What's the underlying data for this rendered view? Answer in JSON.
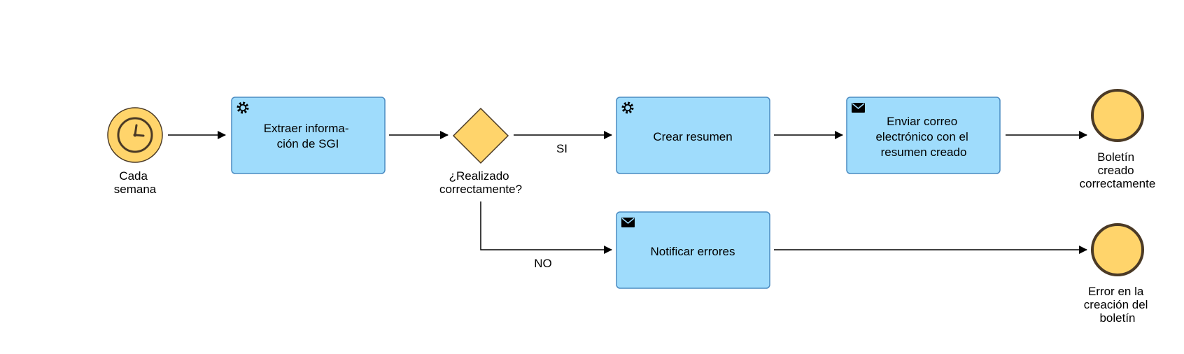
{
  "colors": {
    "task_fill": "#9fdcfc",
    "task_stroke": "#4a8bc2",
    "event_fill": "#ffd46b",
    "event_stroke": "#4b3a26",
    "gateway_fill": "#ffd46b",
    "line": "#000000"
  },
  "start_event": {
    "icon": "clock-icon",
    "label_lines": [
      "Cada",
      "semana"
    ]
  },
  "tasks": {
    "extract": {
      "icon": "gear-icon",
      "lines": [
        "Extraer informa-",
        "ción de SGI"
      ]
    },
    "summary": {
      "icon": "gear-icon",
      "lines": [
        "Crear resumen"
      ]
    },
    "email": {
      "icon": "envelope-icon",
      "lines": [
        "Enviar correo",
        "electrónico con el",
        "resumen creado"
      ]
    },
    "notify": {
      "icon": "envelope-icon",
      "lines": [
        "Notificar errores"
      ]
    }
  },
  "gateway": {
    "label_lines": [
      "¿Realizado",
      "correctamente?"
    ]
  },
  "flows": {
    "yes_label": "SI",
    "no_label": "NO"
  },
  "end_events": {
    "success": {
      "label_lines": [
        "Boletín",
        "creado",
        "correctamente"
      ]
    },
    "error": {
      "label_lines": [
        "Error en la",
        "creación del",
        "boletín"
      ]
    }
  }
}
